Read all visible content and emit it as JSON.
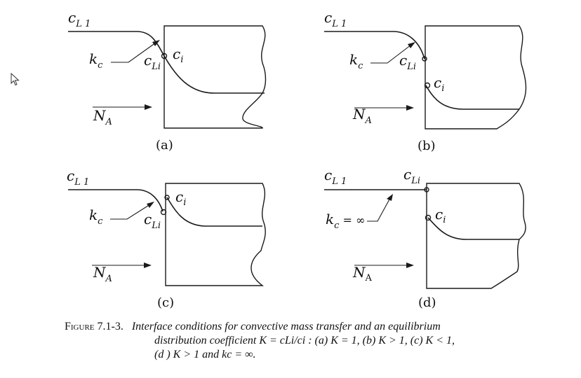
{
  "panels": [
    {
      "id": "a",
      "label": "(a)",
      "cL1": "c",
      "cL1_sub": "L 1",
      "kc": "k",
      "kc_sub": "c",
      "cLi": "c",
      "cLi_sub": "Li",
      "ci": "c",
      "ci_sub": "i",
      "NA": "N",
      "NA_sub": "A"
    },
    {
      "id": "b",
      "label": "(b)",
      "cL1": "c",
      "cL1_sub": "L 1",
      "kc": "k",
      "kc_sub": "c",
      "cLi": "c",
      "cLi_sub": "Li",
      "ci": "c",
      "ci_sub": "i",
      "NA": "N",
      "NA_sub": "A"
    },
    {
      "id": "c",
      "label": "(c)",
      "cL1": "c",
      "cL1_sub": "L 1",
      "kc": "k",
      "kc_sub": "c",
      "cLi": "c",
      "cLi_sub": "Li",
      "ci": "c",
      "ci_sub": "i",
      "NA": "N",
      "NA_sub": "A"
    },
    {
      "id": "d",
      "label": "(d)",
      "cL1": "c",
      "cL1_sub": "L 1",
      "kc": "k",
      "kc_sub": "c",
      "kc_suffix": " = ∞",
      "cLi": "c",
      "cLi_sub": "Li",
      "ci": "c",
      "ci_sub": "i",
      "NA": "N",
      "NA_sub": "A"
    }
  ],
  "caption": {
    "figure": "Figure 7.1-3.",
    "line1": "Interface conditions for convective mass transfer and an equilibrium",
    "line2": "distribution coefficient K = cLi/ci : (a) K = 1, (b) K > 1, (c) K < 1,",
    "line3": "(d ) K > 1 and kc = ∞."
  },
  "icons": {
    "cursor": "mouse-pointer-icon"
  }
}
